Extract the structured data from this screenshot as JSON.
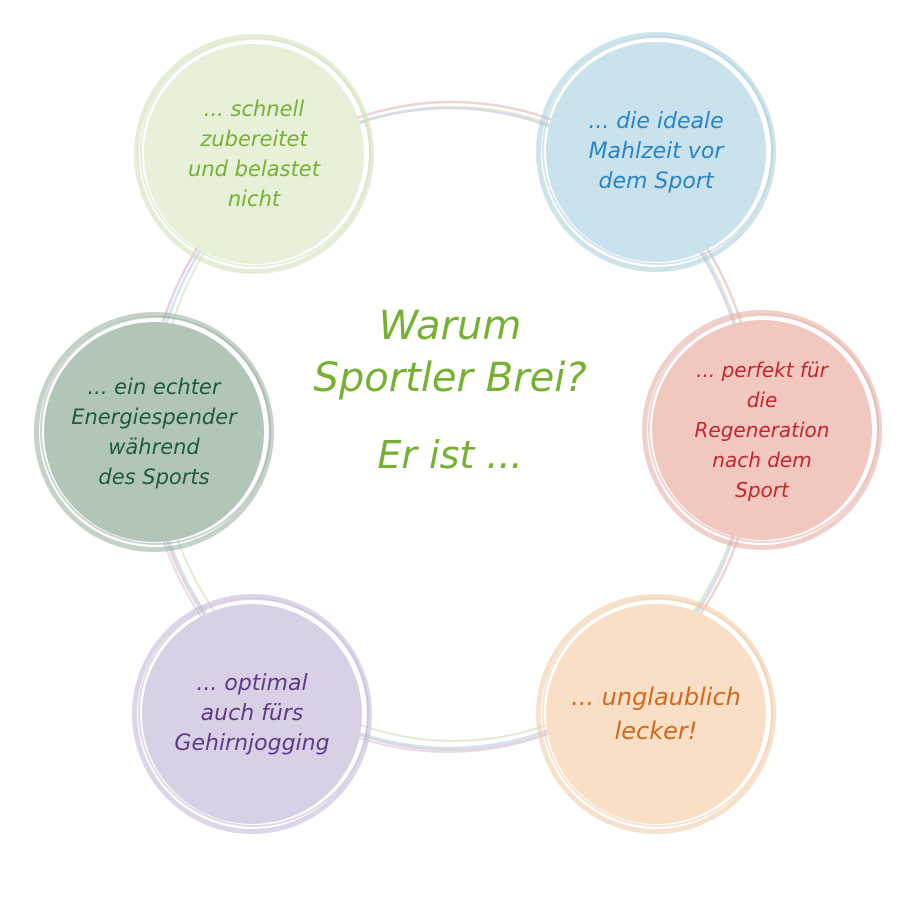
{
  "center": {
    "title": "Warum\nSportler Brei?",
    "subtitle": "Er ist ..."
  },
  "bubbles": [
    {
      "id": "green",
      "text": "... schnell\nzubereitet\nund belastet\nnicht"
    },
    {
      "id": "blue",
      "text": "... die ideale\nMahlzeit vor\ndem Sport"
    },
    {
      "id": "dark",
      "text": "... ein echter\nEnergiespender\nwährend\ndes Sports"
    },
    {
      "id": "red",
      "text": "... perfekt für\ndie Regeneration\nnach dem\nSport"
    },
    {
      "id": "purple",
      "text": "... optimal\nauch fürs\nGehirnjogging"
    },
    {
      "id": "orange",
      "text": "... unglaublich\nlecker!"
    }
  ],
  "colors": {
    "green": "#77b133",
    "blue": "#2a84c6",
    "dark_green": "#1f5a3a",
    "red": "#c3262d",
    "purple": "#5e3b86",
    "orange": "#d06a22"
  }
}
